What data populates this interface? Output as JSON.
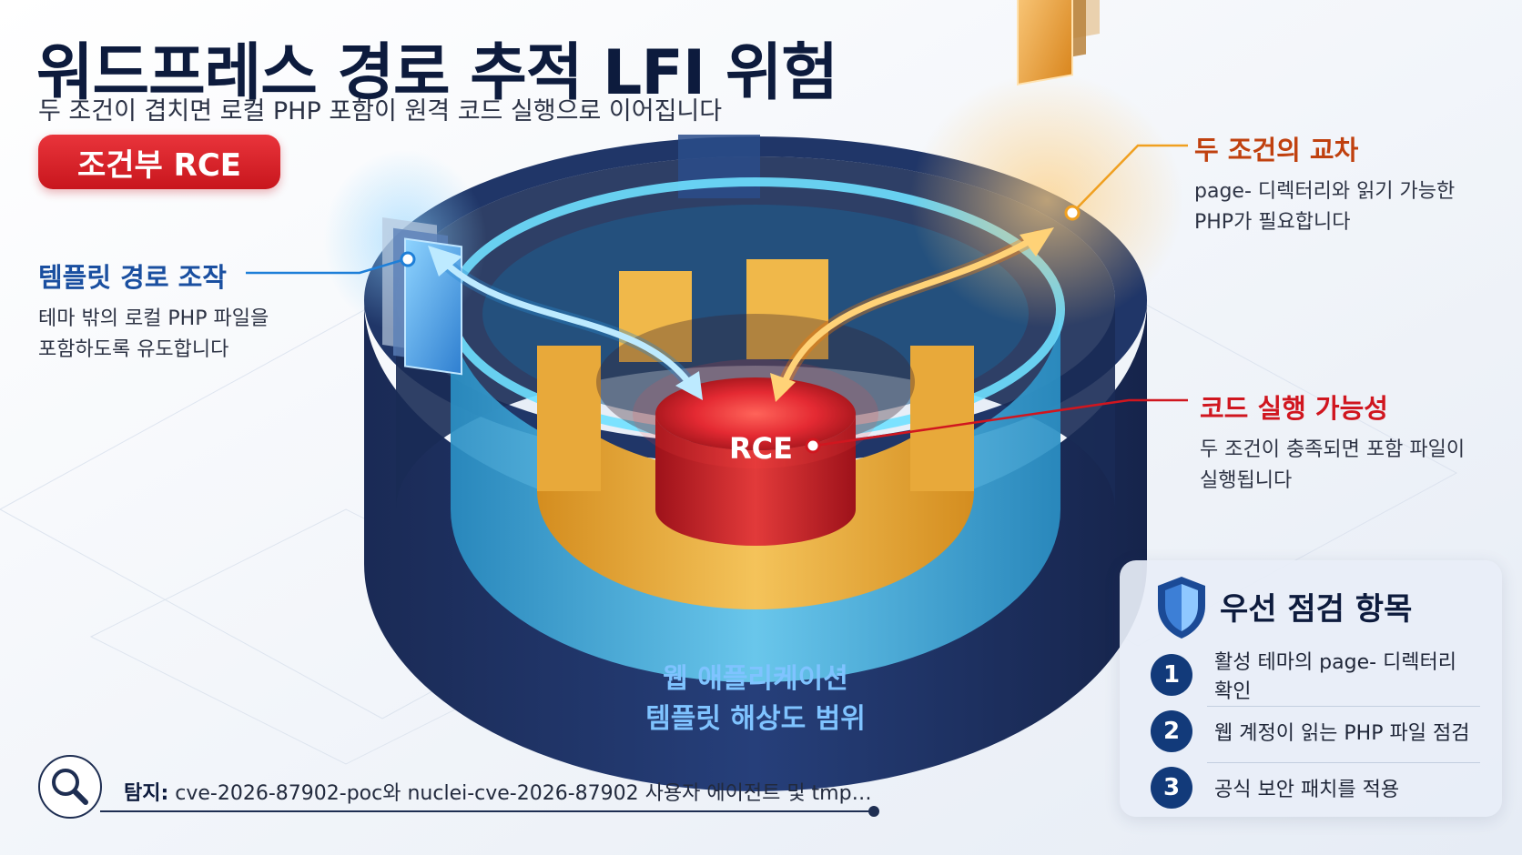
{
  "header": {
    "title": "워드프레스 경로 추적 LFI 위험",
    "subtitle": "두 조건이 겹치면 로컬 PHP 포함이 원격 코드 실행으로 이어집니다",
    "badge": "조건부 RCE"
  },
  "callouts": {
    "template": {
      "title": "템플릿 경로 조작",
      "desc1": "테마 밖의 로컬 PHP 파일을",
      "desc2": "포함하도록 유도합니다",
      "color": "#1a4fa0"
    },
    "intersection": {
      "title": "두 조건의 교차",
      "desc1": "page- 디렉터리와 읽기 가능한",
      "desc2": "PHP가 필요합니다",
      "color": "#c0410f"
    },
    "execution": {
      "title": "코드 실행 가능성",
      "desc1": "두 조건이 충족되면 포함 파일이",
      "desc2": "실행됩니다",
      "color": "#d0161f"
    }
  },
  "diagram": {
    "core_label": "RCE",
    "ring_label_line1": "웹 애플리케이션",
    "ring_label_line2": "템플릿 해상도 범위",
    "colors": {
      "outer_ring": "#1c2f5e",
      "middle_ring": "#39b4e6",
      "inner_ring": "#e9a93a",
      "core": "#d7232c",
      "blue_arrow": "#4fc3f7",
      "orange_arrow": "#ffa726"
    }
  },
  "priority_panel": {
    "title": "우선 점검 항목",
    "icon": "shield-icon",
    "items": [
      {
        "num": "1",
        "text": "활성 테마의 page- 디렉터리 확인"
      },
      {
        "num": "2",
        "text": "웹 계정이 읽는 PHP 파일 점검"
      },
      {
        "num": "3",
        "text": "공식 보안 패치를 적용"
      }
    ]
  },
  "detection": {
    "icon": "search-icon",
    "label": "탐지:",
    "text": "cve-2026-87902-poc와 nuclei-cve-2026-87902 사용자 에이전트 및 tmp…"
  }
}
